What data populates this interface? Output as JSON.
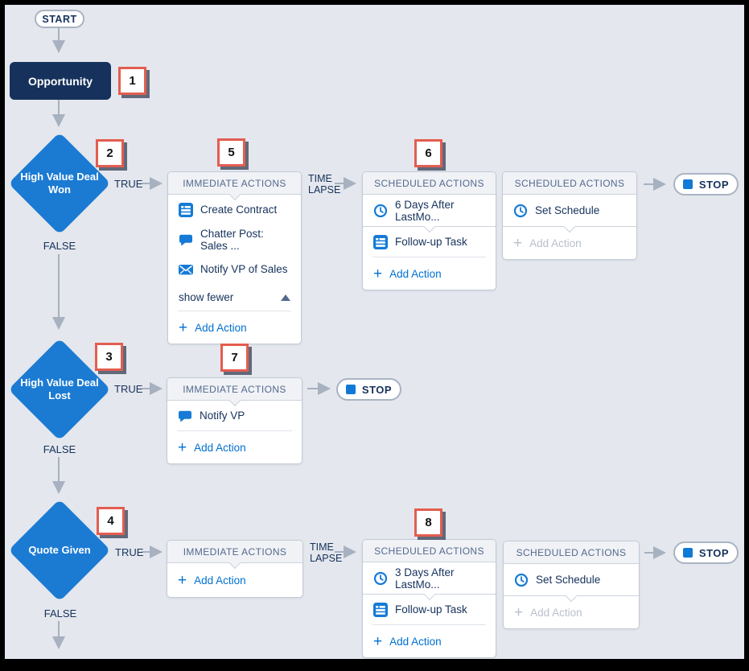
{
  "labels": {
    "start": "START",
    "stop": "STOP",
    "true": "TRUE",
    "false": "FALSE",
    "time_lapse": "TIME LAPSE"
  },
  "object_node": {
    "label": "Opportunity",
    "badge": "1"
  },
  "criteria": [
    {
      "label": "High Value Deal Won",
      "badge": "2"
    },
    {
      "label": "High Value Deal Lost",
      "badge": "3"
    },
    {
      "label": "Quote Given",
      "badge": "4"
    }
  ],
  "panels": {
    "imm1": {
      "badge": "5",
      "title": "IMMEDIATE ACTIONS",
      "items": [
        {
          "icon": "task-list-icon",
          "label": "Create Contract"
        },
        {
          "icon": "chatter-bubble-icon",
          "label": "Chatter Post: Sales ..."
        },
        {
          "icon": "email-icon",
          "label": "Notify VP of Sales"
        }
      ],
      "show_fewer": "show fewer",
      "add_action": "Add Action"
    },
    "sched1": {
      "badge": "6",
      "title": "SCHEDULED ACTIONS",
      "schedule": "6 Days After LastMo...",
      "items": [
        {
          "icon": "task-list-icon",
          "label": "Follow-up Task"
        }
      ],
      "add_action": "Add Action"
    },
    "sched2": {
      "title": "SCHEDULED ACTIONS",
      "schedule": "Set Schedule",
      "add_action": "Add Action"
    },
    "imm2": {
      "badge": "7",
      "title": "IMMEDIATE ACTIONS",
      "items": [
        {
          "icon": "chatter-bubble-icon",
          "label": "Notify VP"
        }
      ],
      "add_action": "Add Action"
    },
    "imm3": {
      "badge": "",
      "title": "IMMEDIATE ACTIONS",
      "add_action": "Add Action"
    },
    "sched3": {
      "badge": "8",
      "title": "SCHEDULED ACTIONS",
      "schedule": "3 Days After LastMo...",
      "items": [
        {
          "icon": "task-list-icon",
          "label": "Follow-up Task"
        }
      ],
      "add_action": "Add Action"
    },
    "sched4": {
      "title": "SCHEDULED ACTIONS",
      "schedule": "Set Schedule",
      "add_action": "Add Action"
    }
  },
  "colors": {
    "background": "#e4e7ed",
    "node_blue": "#1b7bd3",
    "node_navy": "#16325c",
    "link_blue": "#0070d2",
    "badge_border": "#e35d50",
    "connector_gray": "#a7b1c0"
  }
}
